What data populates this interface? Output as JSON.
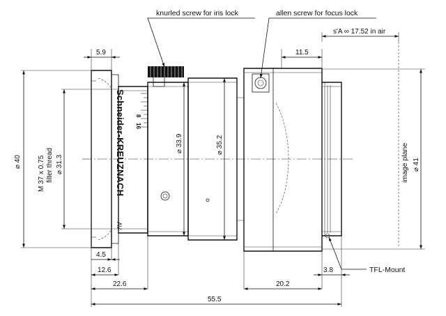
{
  "callouts": {
    "iris_lock": "knurled screw for iris lock",
    "focus_lock": "allen screw for focus lock",
    "mount": "TFL-Mount",
    "image_plane": "image plane"
  },
  "brand": "Schneider-KREUZNACH",
  "focus_scale": [
    "8",
    "16"
  ],
  "dims": {
    "d_40": "⌀ 40",
    "thread": "M 37  x 0.75",
    "filter_thread": "filter thread",
    "d_31_3": "⌀ 31.3",
    "d_33_9": "⌀ 33.9",
    "d_35_2": "⌀ 35.2",
    "d_41": "⌀ 41",
    "sa": "s'A ∞  17.52  in air",
    "w_5_9": "5.9",
    "w_11_5": "11.5",
    "w_4_5": "4.5",
    "w_12_6": "12.6",
    "w_22_6": "22.6",
    "w_20_2": "20.2",
    "w_3_8": "3.8",
    "w_55_5": "55.5"
  }
}
